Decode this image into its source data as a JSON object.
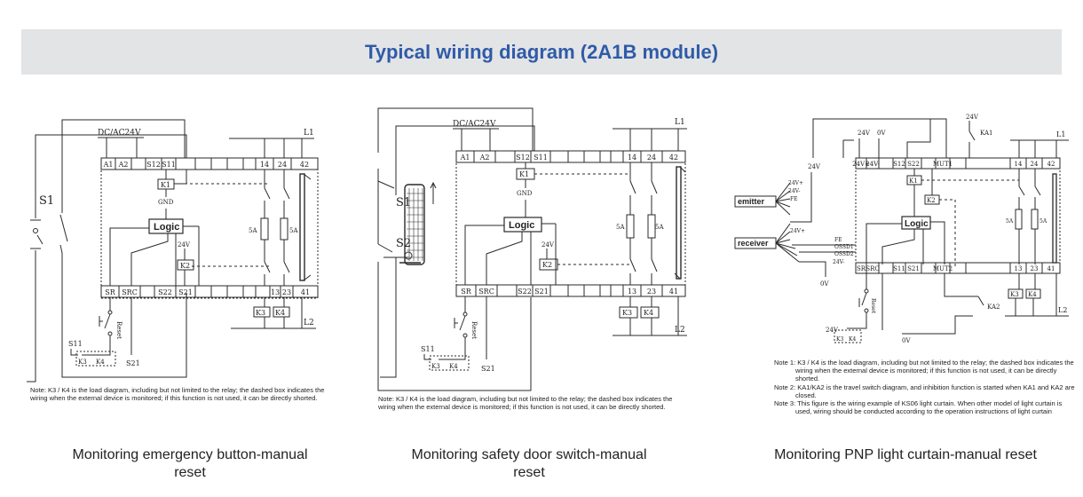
{
  "title": "Typical wiring diagram (2A1B module)",
  "common": {
    "terminals_top": [
      "A1",
      "A2",
      "S12",
      "S11",
      "14",
      "24",
      "42"
    ],
    "terminals_bottom": [
      "SR",
      "SRC",
      "S22",
      "S21",
      "13",
      "23",
      "41"
    ],
    "supply": "DC/AC24V",
    "l1": "L1",
    "l2": "L2",
    "k1": "K1",
    "k2": "K2",
    "k3": "K3",
    "k4": "K4",
    "gnd": "GND",
    "logic": "Logic",
    "v24": "24V",
    "fuse": "5A",
    "reset": "Reset",
    "s11": "S11",
    "s21": "S21",
    "s1": "S1",
    "s2": "S2"
  },
  "diagram3": {
    "terminals_top": [
      "24V+",
      "24V-",
      "S12",
      "S22",
      "MUT1",
      "14",
      "24",
      "42"
    ],
    "terminals_bottom": [
      "SR",
      "SRC",
      "S11",
      "S21",
      "MUT2",
      "13",
      "23",
      "41"
    ],
    "v24": "24V",
    "v0": "0V",
    "ka1": "KA1",
    "ka2": "KA2",
    "emitter": "emitter",
    "receiver": "receiver",
    "wires": [
      "24V+",
      "24V-",
      "FE",
      "OSSD1",
      "OSSD2"
    ]
  },
  "notes": {
    "n1": "Note: K3 / K4 is the load diagram, including but not limited to the relay; the dashed box indicates the wiring when the external device is monitored; if this function is not used, it can be directly shorted.",
    "n2": "Note: K3 / K4 is the load diagram, including but not limited to the relay; the dashed box indicates the wiring when the external device is monitored; if this function is not used, it can be directly shorted.",
    "n3a": "Note 1: K3 / K4 is the load diagram, including but not limited to the relay; the dashed box indicates the wiring when the external device is monitored; if this function is not used, it can be directly shorted.",
    "n3b": "Note 2: KA1/KA2 is the travel switch diagram, and inhibition function is started when KA1 and KA2 are closed.",
    "n3c": "Note 3: This figure is the wiring example of KS06 light curtain. When other model of light curtain is used, wiring should be conducted according to the operation instructions of light curtain"
  },
  "captions": {
    "c1": "Monitoring emergency button-manual reset",
    "c2": "Monitoring safety door switch-manual reset",
    "c3": "Monitoring PNP light curtain-manual reset"
  }
}
